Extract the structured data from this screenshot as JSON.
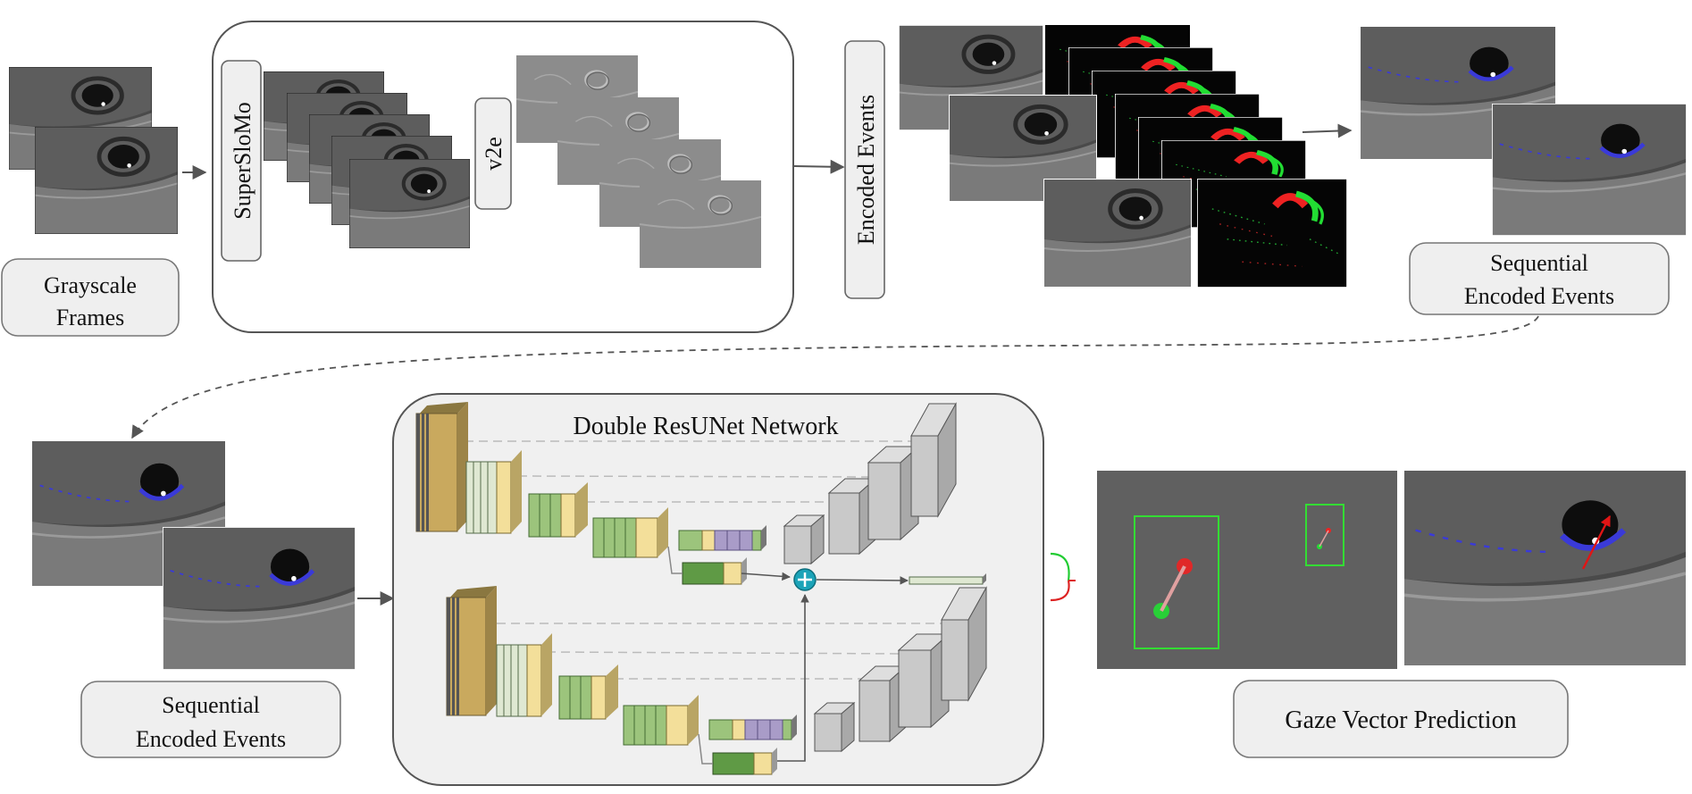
{
  "labels": {
    "grayscale_frames": [
      "Grayscale",
      "Frames"
    ],
    "superslomo": "SuperSloMo",
    "v2e": "v2e",
    "encoded_events": "Encoded Events",
    "sequential_encoded_events_top": [
      "Sequential",
      "Encoded Events"
    ],
    "sequential_encoded_events_bottom": [
      "Sequential",
      "Encoded Events"
    ],
    "network_title": "Double ResUNet Network",
    "gaze_vector_prediction": "Gaze Vector Prediction"
  },
  "colors": {
    "label_box_fill": "#efefef",
    "label_box_stroke": "#777777",
    "network_panel_fill": "#f0f0f0",
    "arrow": "#555555",
    "encoder_tan": "#c9a95e",
    "encoder_light_green": "#cfe0c0",
    "block_green": "#9cc47c",
    "block_yellow": "#f3df9a",
    "block_purple": "#a99cc8",
    "block_dark_green": "#5f9a45",
    "decoder_gray": "#bdbdbd",
    "merge_teal": "#1ba3b8",
    "event_green": "#22dd33",
    "event_red": "#ee2222",
    "prediction_box_green": "#33dd33",
    "gaze_arrow_red": "#e01515",
    "pupil_blue": "#3a3ad8"
  },
  "icons": [
    "plus-merge-icon",
    "eye-grayscale-image",
    "eye-event-image",
    "eye-gaze-overlay-image"
  ]
}
